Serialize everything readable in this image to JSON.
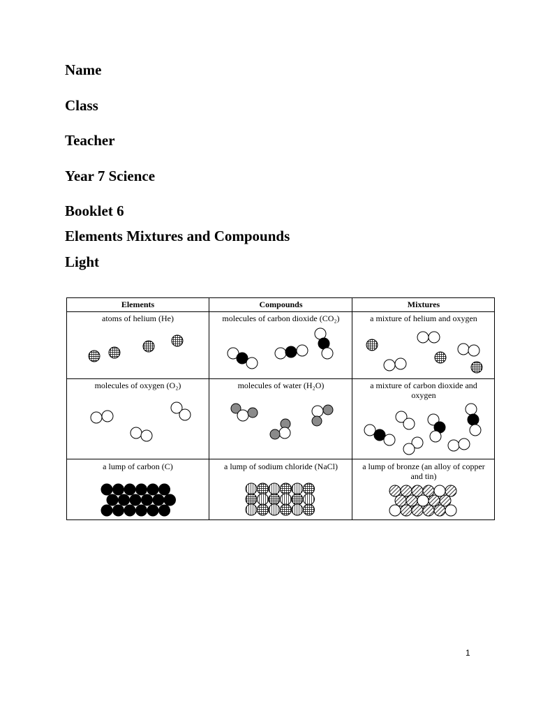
{
  "cover": {
    "name": "Name",
    "class": "Class",
    "teacher": "Teacher",
    "subject": "Year 7 Science",
    "booklet": "Booklet 6",
    "topic1": "Elements Mixtures and Compounds",
    "topic2": "Light"
  },
  "table": {
    "headers": [
      "Elements",
      "Compounds",
      "Mixtures"
    ],
    "cells": [
      [
        "atoms of helium (He)",
        "molecules of carbon dioxide (CO₂)",
        "a mixture of helium and oxygen"
      ],
      [
        "molecules of oxygen (O₂)",
        "molecules of water (H₂O)",
        "a mixture of carbon dioxide and oxygen"
      ],
      [
        "a lump of carbon (C)",
        "a lump of sodium chloride (NaCl)",
        "a lump of bronze (an alloy of copper and tin)"
      ]
    ]
  },
  "legend_icons": {
    "helium": "crosshatch-circle",
    "oxygen": "white-circle",
    "carbon": "black-circle",
    "hydrogen": "grey-circle",
    "sodium": "vertical-stripe-circle",
    "chloride": "crosshatch-circle",
    "copper": "diagonal-stripe-circle",
    "tin": "white-circle"
  },
  "page_number": "1"
}
